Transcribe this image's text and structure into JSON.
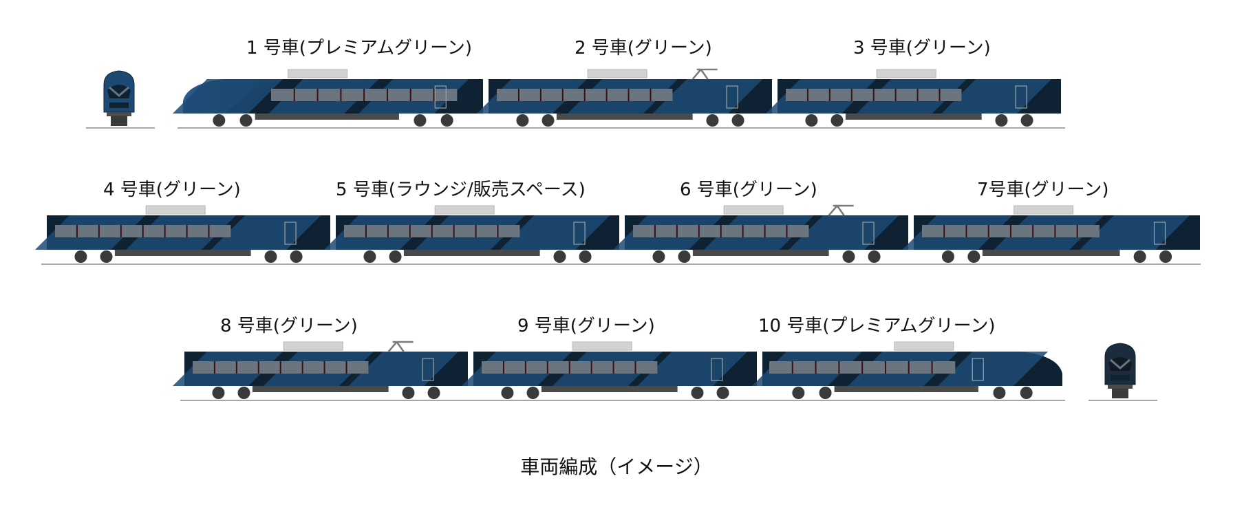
{
  "caption": "車両編成（イメージ）",
  "colors": {
    "body_dark": "#0f2233",
    "body_blue": "#1c4a73",
    "window_band": "#6b7580",
    "window_frame": "#3a0f12",
    "roof_unit": "#d2d2d2",
    "rail": "#8a8a8a",
    "underfloor": "#4a4a4a",
    "wheel": "#3a3a3a"
  },
  "cars": [
    {
      "number": "1",
      "label": "1 号車(プレミアムグリーン)",
      "cab": "left",
      "pantograph": false
    },
    {
      "number": "2",
      "label": "2 号車(グリーン)",
      "cab": "none",
      "pantograph": true
    },
    {
      "number": "3",
      "label": "3 号車(グリーン)",
      "cab": "none",
      "pantograph": false
    },
    {
      "number": "4",
      "label": "4 号車(グリーン)",
      "cab": "none",
      "pantograph": false
    },
    {
      "number": "5",
      "label": "5 号車(ラウンジ/販売スペース)",
      "cab": "none",
      "pantograph": false
    },
    {
      "number": "6",
      "label": "6 号車(グリーン)",
      "cab": "none",
      "pantograph": true
    },
    {
      "number": "7",
      "label": "7号車(グリーン)",
      "cab": "none",
      "pantograph": false
    },
    {
      "number": "8",
      "label": "8 号車(グリーン)",
      "cab": "none",
      "pantograph": true
    },
    {
      "number": "9",
      "label": "9 号車(グリーン)",
      "cab": "none",
      "pantograph": false
    },
    {
      "number": "10",
      "label": "10 号車(プレミアムグリーン)",
      "cab": "right",
      "pantograph": false
    }
  ],
  "front_views": [
    {
      "end": "1"
    },
    {
      "end": "10"
    }
  ]
}
